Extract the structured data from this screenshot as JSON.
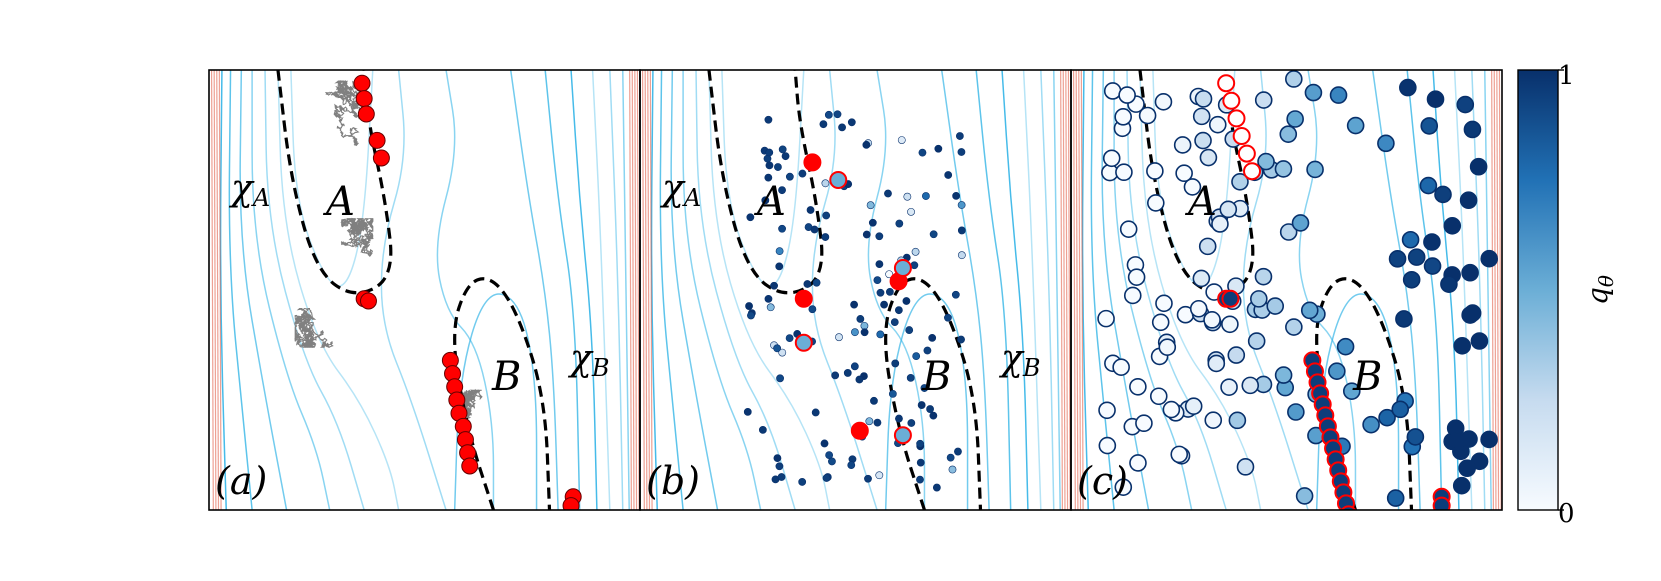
{
  "panels": [
    {
      "id": "a",
      "tag": "(a)",
      "label_A": "A",
      "label_B": "B",
      "label_chiA": "χ",
      "label_chiA_sub": "A",
      "label_chiB": "χ",
      "label_chiB_sub": "B",
      "has_trajectory": true
    },
    {
      "id": "b",
      "tag": "(b)",
      "label_A": "A",
      "label_B": "B",
      "label_chiA": "χ",
      "label_chiA_sub": "A",
      "label_chiB": "χ",
      "label_chiB_sub": "B",
      "has_trajectory": false
    },
    {
      "id": "c",
      "tag": "(c)",
      "label_A": "A",
      "label_B": "B",
      "has_trajectory": false
    }
  ],
  "colorbar": {
    "label": "q",
    "label_sub": "θ",
    "tick_max": "1",
    "tick_min": "0",
    "range": [
      0,
      1
    ],
    "color_low": "#f7fbff",
    "color_high": "#08306b"
  },
  "colors": {
    "contour_cool": "#2fb3e6",
    "contour_warm": "#e0533b",
    "boundary": "#000000",
    "trajectory": "#808080",
    "crossing_marker": "#ff0000"
  }
}
